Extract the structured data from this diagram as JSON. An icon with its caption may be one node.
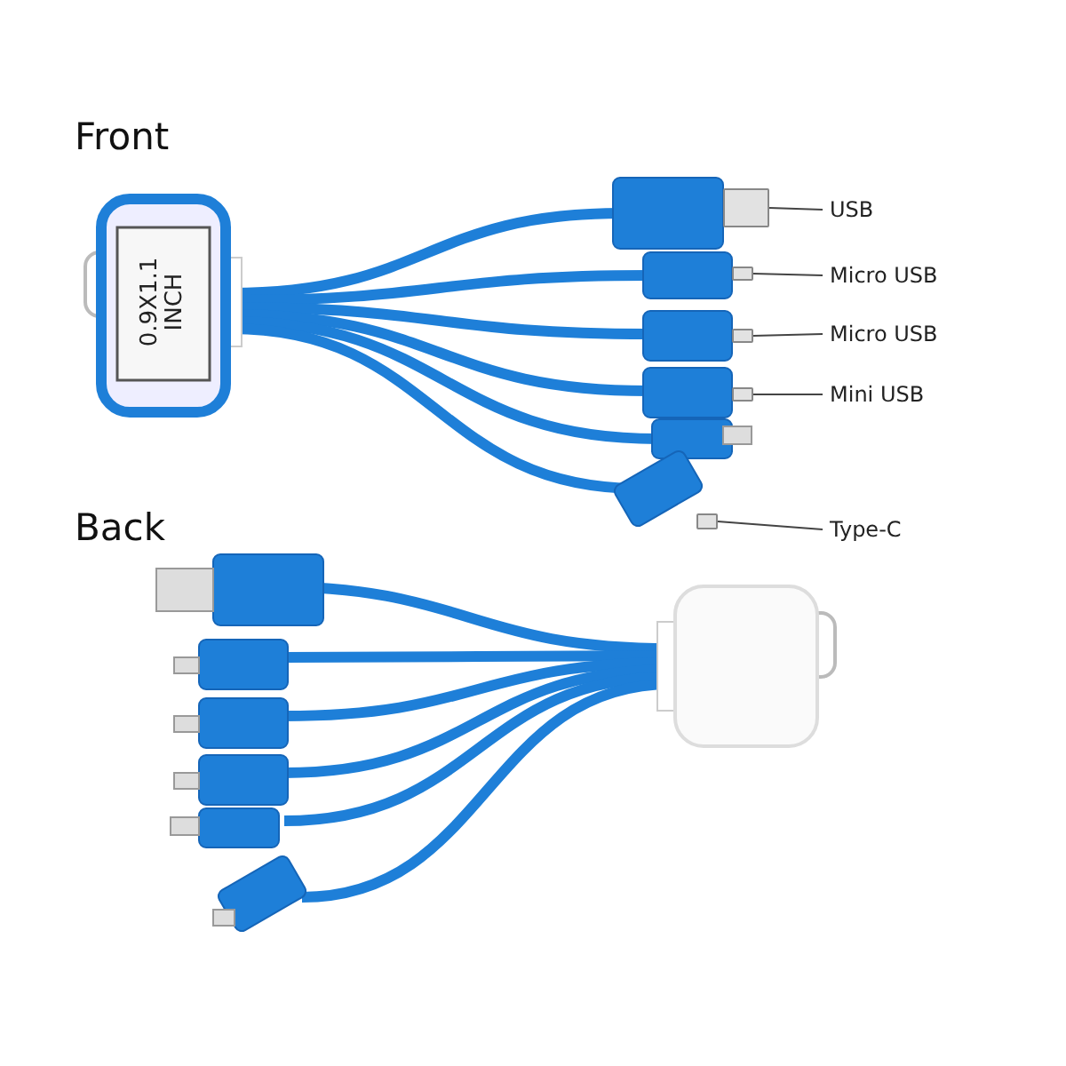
{
  "diagram": {
    "nodes": [
      {
        "text": [
          "USB"
        ]
      },
      {
        "text": [],
        "shape": "box"
      },
      {
        "text": [
          "Micro USB"
        ]
      },
      {
        "text": [],
        "shape": "box"
      },
      {
        "text": [
          "Micro USB"
        ]
      },
      {
        "text": [],
        "shape": "box"
      },
      {
        "text": [
          "Mini USB"
        ]
      },
      {
        "text": [],
        "shape": "box"
      },
      {
        "text": [
          "Type-C"
        ]
      },
      {
        "text": [],
        "shape": "box"
      }
    ],
    "edges": [
      {
        "from": 0,
        "to": 1,
        "arrow": "none"
      },
      {
        "from": 2,
        "to": 3,
        "arrow": "none"
      },
      {
        "from": 4,
        "to": 5,
        "arrow": "none"
      },
      {
        "from": 6,
        "to": 7,
        "arrow": "none"
      },
      {
        "from": 8,
        "to": 9,
        "arrow": "none"
      }
    ],
    "labels": [
      "Front",
      "0.9X1.1 INCH",
      "Back"
    ]
  }
}
